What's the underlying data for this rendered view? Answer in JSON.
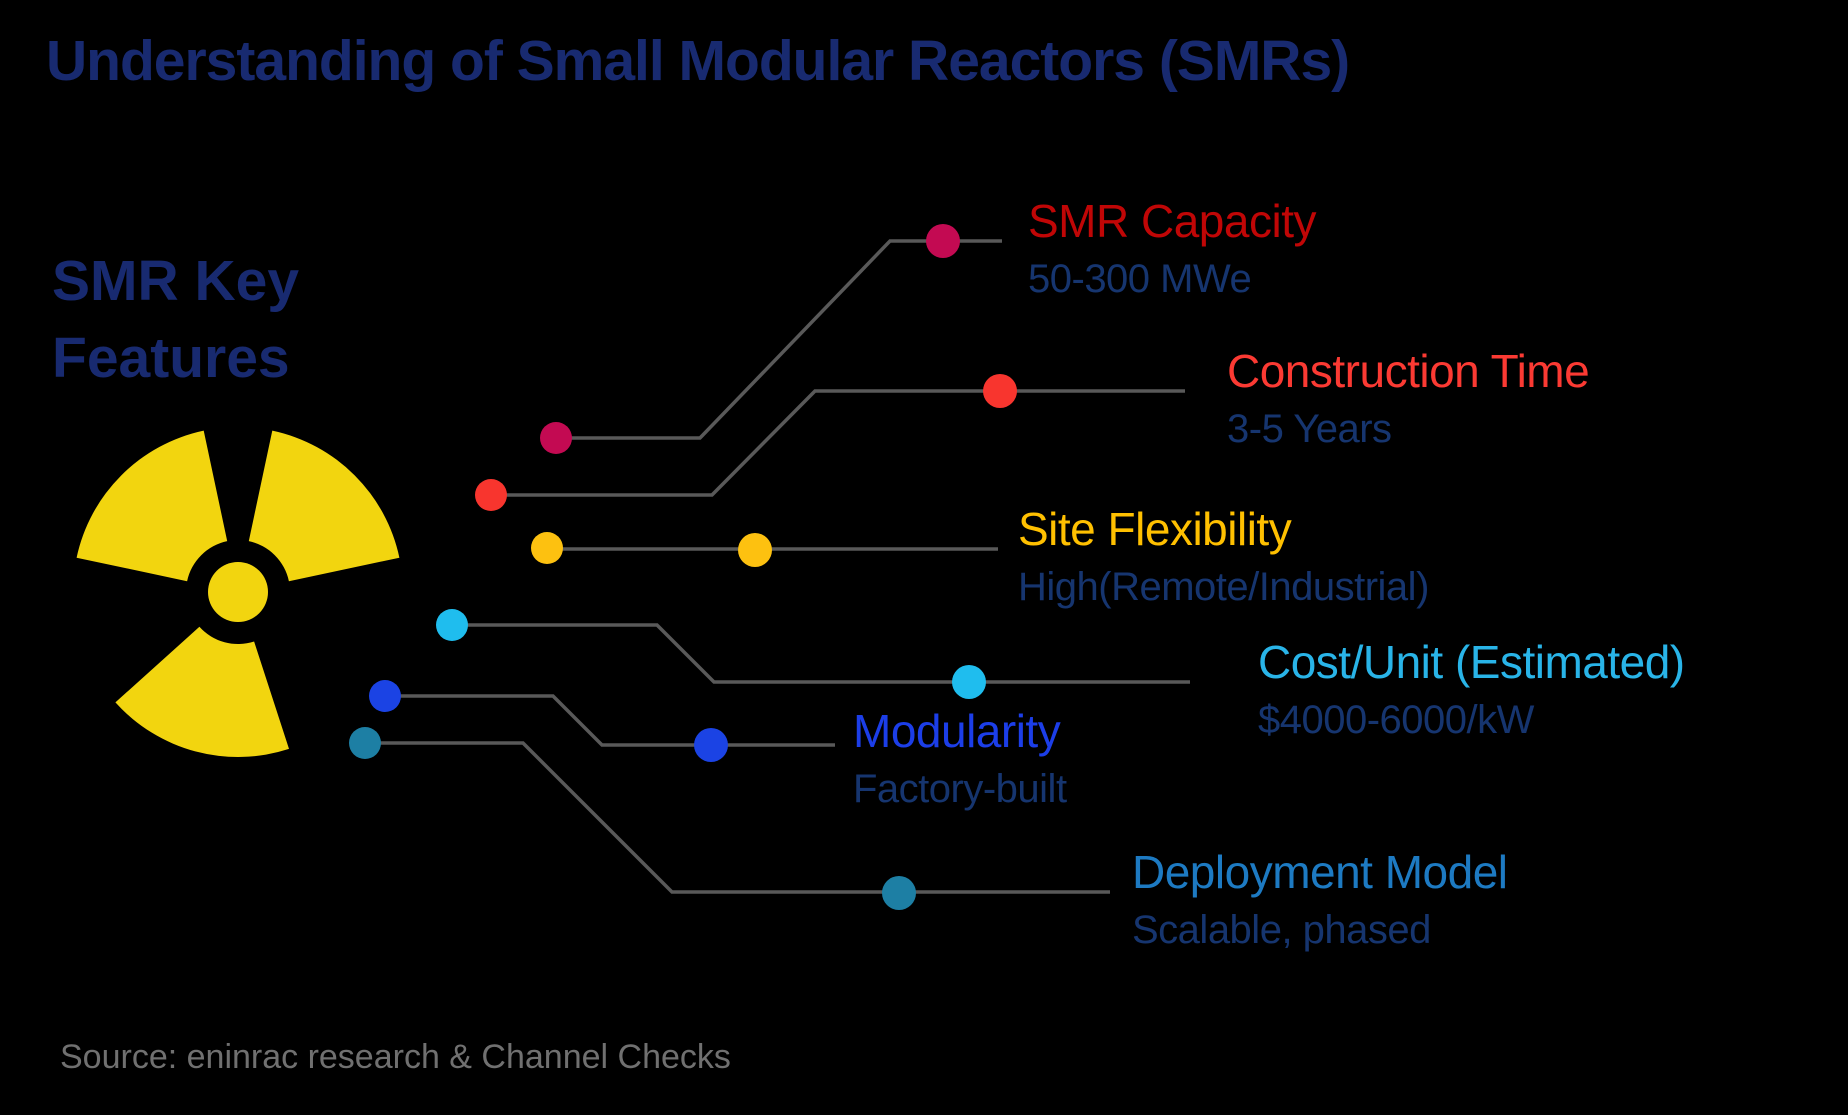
{
  "title": "Understanding of Small Modular Reactors (SMRs)",
  "diagram_label": "SMR Key Features",
  "source": "Source: eninrac research & Channel Checks",
  "colors": {
    "background": "#000000",
    "title_navy": "#182a70",
    "value_navy": "#16356f",
    "connector_gray": "#595959",
    "source_gray": "#707070",
    "radiation_yellow": "#f2d50f"
  },
  "icons": {
    "radiation": "radiation-trefoil-icon"
  },
  "features": [
    {
      "name": "SMR Capacity",
      "value": "50-300 MWe",
      "text_color": "#c00606",
      "dot_color": "#c30a52"
    },
    {
      "name": "Construction Time",
      "value": "3-5 Years",
      "text_color": "#fb3a33",
      "dot_color": "#f8352e"
    },
    {
      "name": "Site Flexibility",
      "value": "High(Remote/Industrial)",
      "text_color": "#ffc000",
      "dot_color": "#fdc110"
    },
    {
      "name": "Cost/Unit (Estimated)",
      "value": "$4000-6000/kW",
      "text_color": "#29b4e8",
      "dot_color": "#1fbdee"
    },
    {
      "name": "Modularity",
      "value": "Factory-built",
      "text_color": "#1c3ee8",
      "dot_color": "#1b43e4"
    },
    {
      "name": "Deployment Model",
      "value": "Scalable, phased",
      "text_color": "#1d7ac2",
      "dot_color": "#1d7fa4"
    }
  ]
}
